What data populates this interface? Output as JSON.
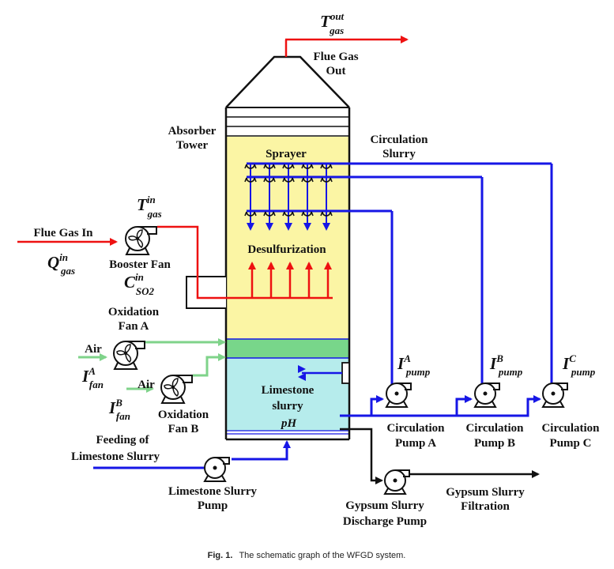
{
  "colors": {
    "flue_gas": "#ee1111",
    "slurry": "#1616e6",
    "air": "#7fd38a",
    "tower_upper": "#fbf5a4",
    "oxidation_zone": "#78d68a",
    "slurry_tank": "#b6ecec",
    "equipment": "#111111"
  },
  "symbols": {
    "t_gas_out_main": "T",
    "t_gas_out_sup": "out",
    "t_gas_out_sub": "gas",
    "t_gas_in_main": "T",
    "t_gas_in_sup": "in",
    "t_gas_in_sub": "gas",
    "q_gas_in_main": "Q",
    "q_gas_in_sup": "in",
    "q_gas_in_sub": "gas",
    "c_so2_main": "C",
    "c_so2_sup": "in",
    "c_so2_sub": "SO2",
    "i_fan_a_main": "I",
    "i_fan_a_sup": "A",
    "i_fan_a_sub": "fan",
    "i_fan_b_main": "I",
    "i_fan_b_sup": "B",
    "i_fan_b_sub": "fan",
    "i_pump_a_main": "I",
    "i_pump_a_sup": "A",
    "i_pump_a_sub": "pump",
    "i_pump_b_main": "I",
    "i_pump_b_sup": "B",
    "i_pump_b_sub": "pump",
    "i_pump_c_main": "I",
    "i_pump_c_sup": "C",
    "i_pump_c_sub": "pump",
    "ph": "pH"
  },
  "labels": {
    "flue_gas_out_1": "Flue Gas",
    "flue_gas_out_2": "Out",
    "absorber_1": "Absorber",
    "absorber_2": "Tower",
    "sprayer": "Sprayer",
    "circ_slurry_1": "Circulation",
    "circ_slurry_2": "Slurry",
    "flue_gas_in": "Flue Gas In",
    "booster_fan": "Booster Fan",
    "desulfurization": "Desulfurization",
    "ox_fan_a_1": "Oxidation",
    "ox_fan_a_2": "Fan A",
    "air_a": "Air",
    "air_b": "Air",
    "ox_fan_b_1": "Oxidation",
    "ox_fan_b_2": "Fan B",
    "limestone_1": "Limestone",
    "limestone_2": "slurry",
    "feeding_1": "Feeding of",
    "feeding_2": "Limestone Slurry",
    "ls_pump_1": "Limestone Slurry",
    "ls_pump_2": "Pump",
    "circ_pump_a_1": "Circulation",
    "circ_pump_a_2": "Pump A",
    "circ_pump_b_1": "Circulation",
    "circ_pump_b_2": "Pump B",
    "circ_pump_c_1": "Circulation",
    "circ_pump_c_2": "Pump C",
    "gypsum_pump_1": "Gypsum Slurry",
    "gypsum_pump_2": "Discharge Pump",
    "gypsum_filt_1": "Gypsum Slurry",
    "gypsum_filt_2": "Filtration"
  },
  "caption": {
    "figure": "Fig. 1.",
    "text": "The schematic graph of the WFGD system."
  }
}
